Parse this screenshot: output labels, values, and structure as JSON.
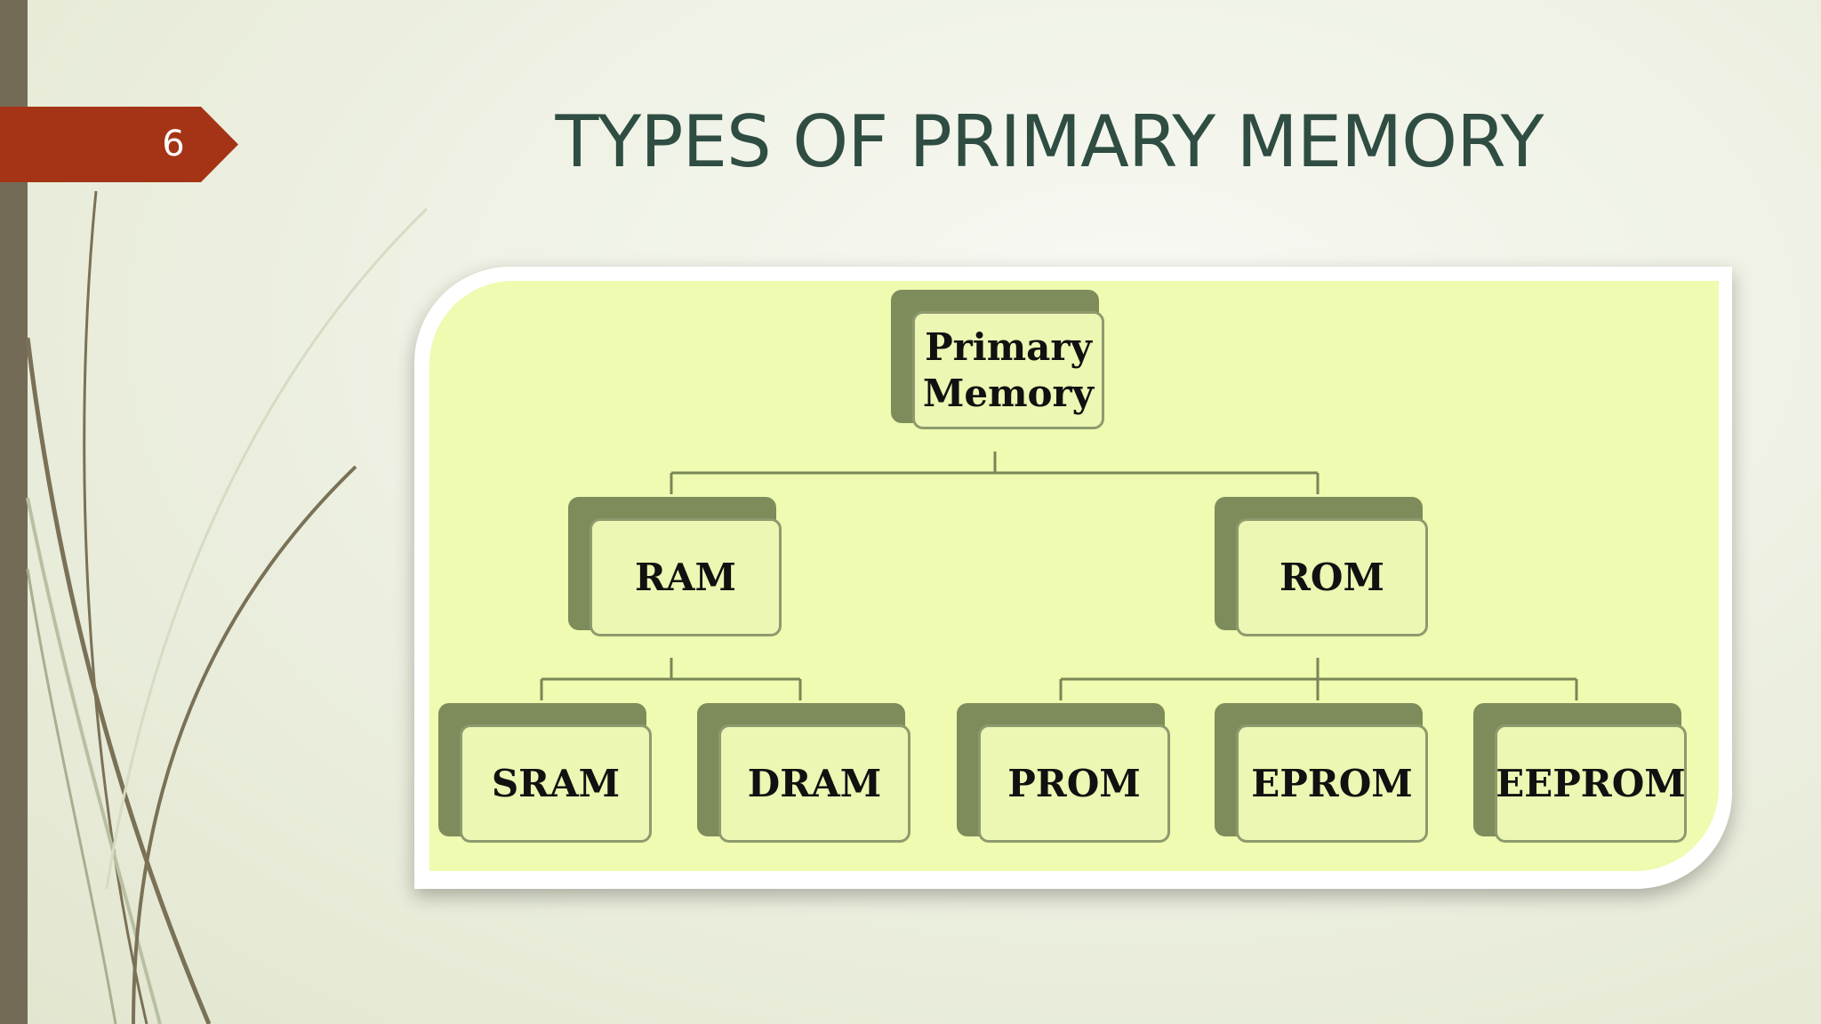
{
  "slide": {
    "number": "6",
    "title": "TYPES OF PRIMARY MEMORY"
  },
  "diagram": {
    "root": {
      "label_line1": "Primary",
      "label_line2": "Memory"
    },
    "level1": [
      {
        "label": "RAM"
      },
      {
        "label": "ROM"
      }
    ],
    "level2": [
      {
        "label": "SRAM",
        "parent": "RAM"
      },
      {
        "label": "DRAM",
        "parent": "RAM"
      },
      {
        "label": "PROM",
        "parent": "ROM"
      },
      {
        "label": "EPROM",
        "parent": "ROM"
      },
      {
        "label": "EEPROM",
        "parent": "ROM"
      }
    ]
  },
  "colors": {
    "accent_tag": "#a53417",
    "title_text": "#2f4d42",
    "diagram_bg": "#eefbb0",
    "node_shadow": "#7e8c5c",
    "node_fill": "#ebf7b2"
  }
}
